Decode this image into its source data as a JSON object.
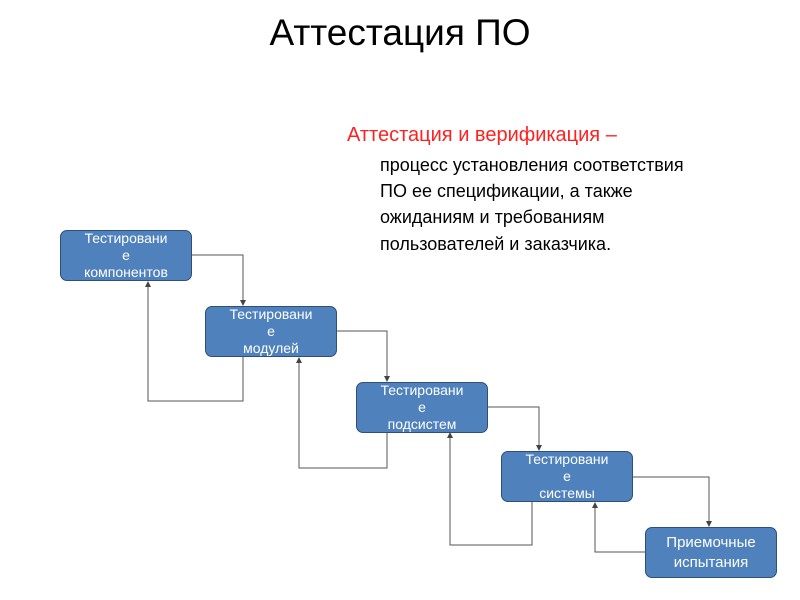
{
  "title": "Аттестация ПО",
  "definition": {
    "term": "Аттестация и верификация –",
    "lines": [
      "процесс установления соответствия",
      "ПО ее спецификации, а также",
      "ожиданиям и требованиям",
      "пользователей и заказчика."
    ]
  },
  "diagram": {
    "stages": [
      {
        "lines": [
          "Тестировани",
          "е",
          "компонентов"
        ]
      },
      {
        "lines": [
          "Тестировани",
          "е",
          "модулей"
        ]
      },
      {
        "lines": [
          "Тестировани",
          "е",
          "подсистем"
        ]
      },
      {
        "lines": [
          "Тестировани",
          "е",
          "системы"
        ]
      },
      {
        "lines": [
          "Приемочные",
          "испытания"
        ]
      }
    ],
    "box_color": "#4f81bd"
  }
}
